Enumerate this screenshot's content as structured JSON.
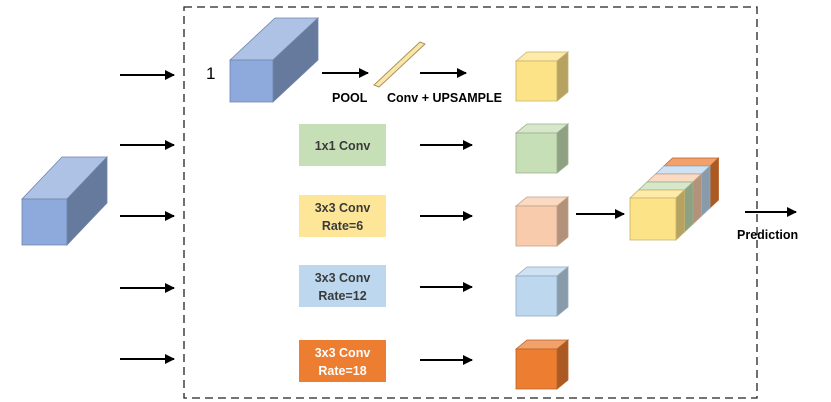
{
  "branches": [
    {
      "id": "pool",
      "index_label": "1",
      "pool_label": "POOL",
      "upsample_label": "Conv + UPSAMPLE",
      "cube_color": "#fde388"
    },
    {
      "id": "conv1x1",
      "lines": [
        "1x1 Conv"
      ],
      "box_color": "#c7dfb6",
      "cube_color": "#c7dfb6"
    },
    {
      "id": "conv3x3-r6",
      "lines": [
        "3x3 Conv",
        "Rate=6"
      ],
      "box_color": "#fee699",
      "cube_color": "#f8cbac"
    },
    {
      "id": "conv3x3-r12",
      "lines": [
        "3x3 Conv",
        "Rate=12"
      ],
      "box_color": "#bdd7ee",
      "cube_color": "#bdd7ee"
    },
    {
      "id": "conv3x3-r18",
      "lines": [
        "3x3 Conv",
        "Rate=18"
      ],
      "box_color": "#ed7d31",
      "cube_color": "#ed7d31"
    }
  ],
  "output_label": "Prediction",
  "colors": {
    "input_cube": "#8eaadc",
    "feature_cube": "#8eaadc",
    "pool_bar": "#fbe5a8",
    "concat_layers": [
      "#fde388",
      "#c7dfb6",
      "#f8cbac",
      "#bdd7ee",
      "#ed7d31"
    ],
    "arrow": "#000000",
    "dashed_border": "#222222"
  },
  "icons": [
    "input-feature-cube",
    "pooled-feature-cube",
    "pool-bar",
    "concat-cube",
    "arrow"
  ]
}
